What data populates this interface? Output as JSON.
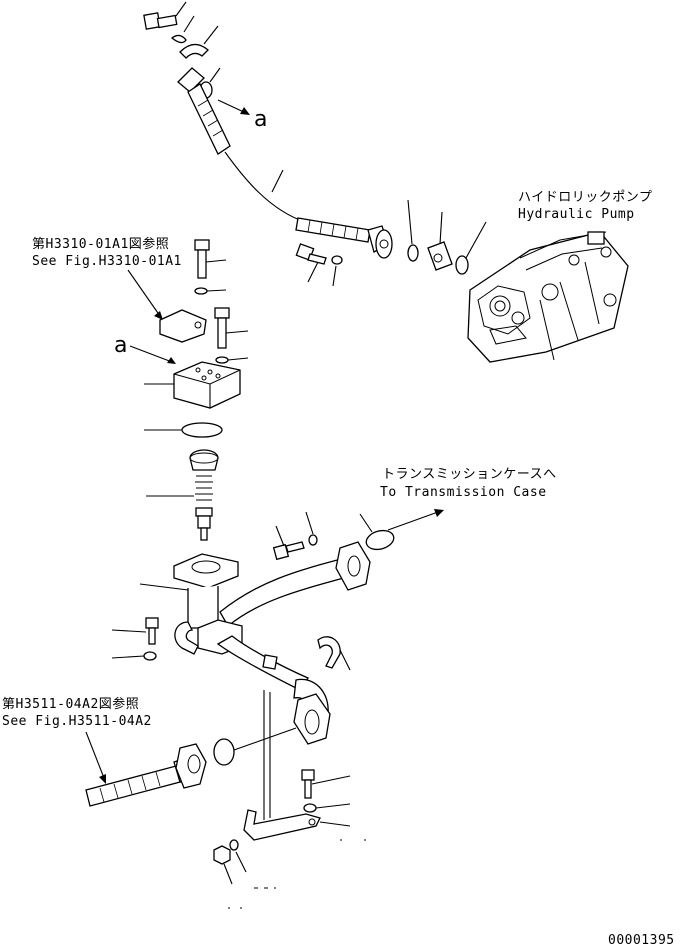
{
  "labels": {
    "pump_jp": "ハイドロリックポンプ",
    "pump_en": "Hydraulic Pump",
    "ref1_jp": "第H3310-01A1図参照",
    "ref1_en": "See Fig.H3310-01A1",
    "ref2_jp": "第H3511-04A2図参照",
    "ref2_en": "See Fig.H3511-04A2",
    "trans_jp": "トランスミッションケースへ",
    "trans_en": "To Transmission Case",
    "callout_a": "a",
    "callout_a2": "a",
    "drawing_number": "00001395"
  }
}
